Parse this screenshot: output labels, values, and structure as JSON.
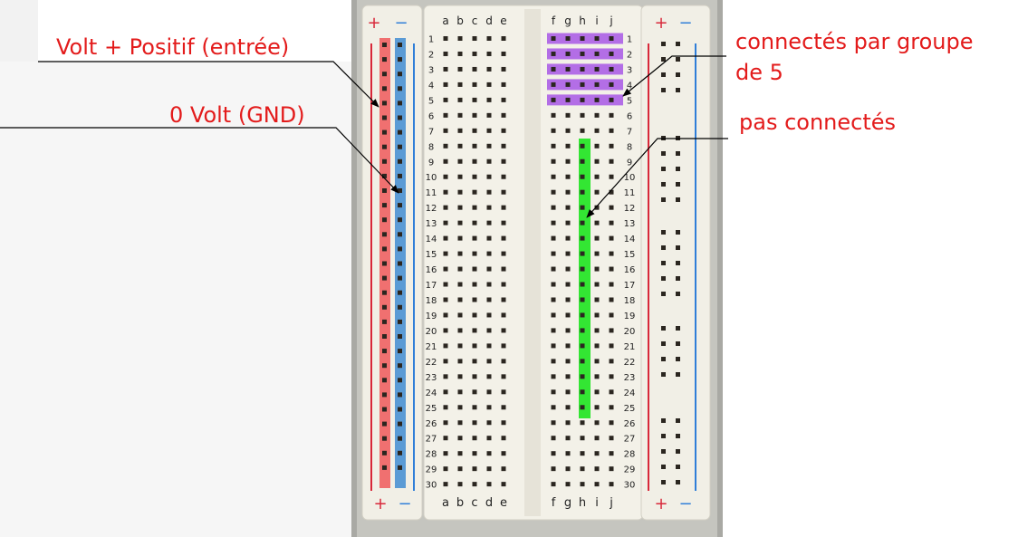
{
  "labels": {
    "vplus": "Volt + Positif (entrée)",
    "gnd": "0 Volt (GND)",
    "groupe_line1": "connectés par groupe",
    "groupe_line2": "de 5",
    "pas": "pas connectés"
  },
  "breadboard": {
    "rows": 30,
    "left_columns": [
      "a",
      "b",
      "c",
      "d",
      "e"
    ],
    "right_columns": [
      "f",
      "g",
      "h",
      "i",
      "j"
    ],
    "rail_plus": "+",
    "rail_minus": "−"
  },
  "colors": {
    "label_text": "#e31b1b",
    "positive_rail": "#f07070",
    "ground_rail": "#5b9bd5",
    "group_highlight": "#b36ee6",
    "column_highlight": "#33e633"
  }
}
